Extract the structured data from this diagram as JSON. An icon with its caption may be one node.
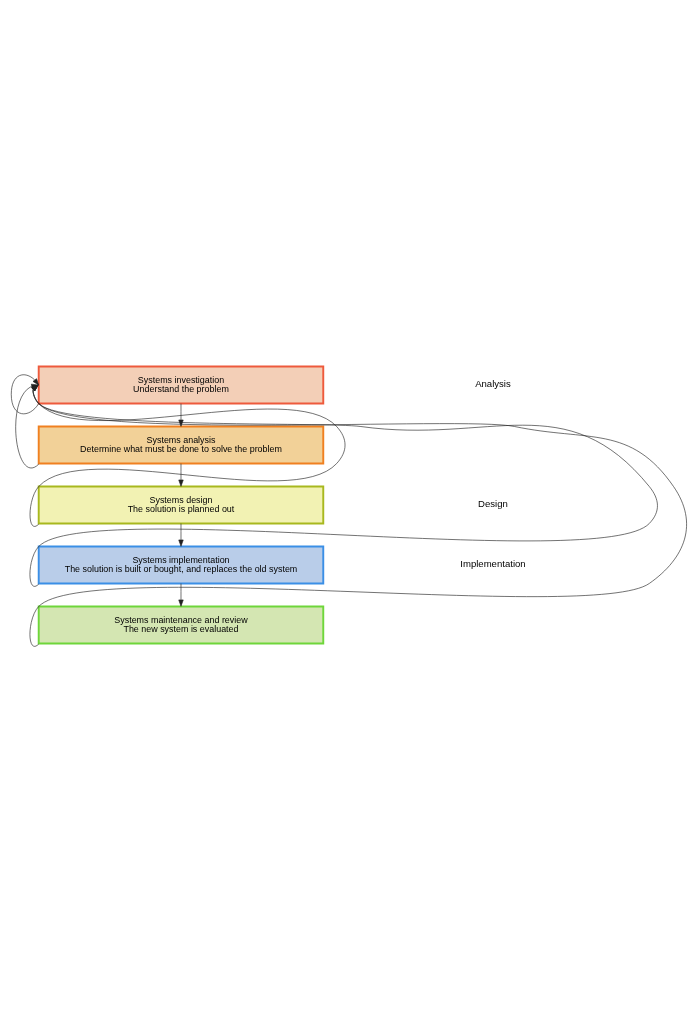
{
  "diagram": {
    "nodes": [
      {
        "text": [
          "Systems investigation",
          "Understand the problem"
        ]
      },
      {
        "text": [
          "Systems analysis",
          "Determine what must be done to solve the problem"
        ]
      },
      {
        "text": [
          "Systems design",
          "The solution is planned out"
        ]
      },
      {
        "text": [
          "Systems implementation",
          "The solution is built or bought, and replaces the old system"
        ]
      },
      {
        "text": [
          "Systems maintenance and review",
          "The new system is evaluated"
        ]
      }
    ],
    "edges": [
      {
        "from": 0,
        "to": 1,
        "arrow": "to"
      },
      {
        "from": 1,
        "to": 2,
        "arrow": "to"
      },
      {
        "from": 2,
        "to": 3,
        "arrow": "to"
      },
      {
        "from": 3,
        "to": 4,
        "arrow": "to"
      },
      {
        "from": 0,
        "to": 0,
        "arrow": "to"
      },
      {
        "from": 1,
        "to": 0,
        "arrow": "to"
      },
      {
        "from": 2,
        "to": 0,
        "arrow": "to"
      },
      {
        "from": 3,
        "to": 0,
        "arrow": "to"
      },
      {
        "from": 4,
        "to": 0,
        "arrow": "to"
      }
    ],
    "labels": [
      "Analysis",
      "Design",
      "Implementation"
    ]
  }
}
